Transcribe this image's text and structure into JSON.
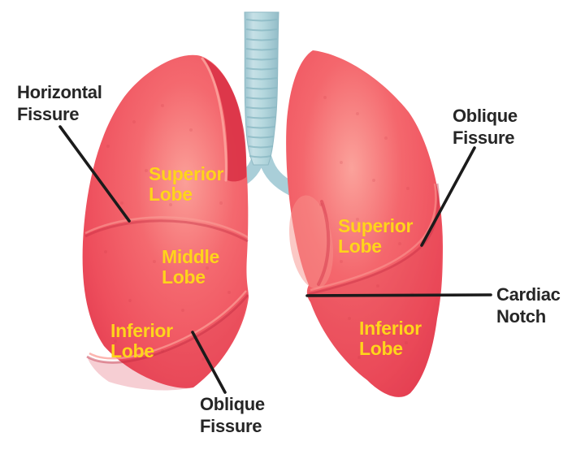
{
  "diagram": {
    "type": "lung-lobe-anatomy",
    "background": "#ffffff",
    "colors": {
      "lung_light": "#fba29b",
      "lung_base": "#f05a63",
      "lung_dark": "#df364c",
      "lung_fold_dark": "#d93146",
      "trachea_fill": "#b5d8de",
      "trachea_ring": "#8ab9c4",
      "lobe_label_yellow": "#ffd41c",
      "annotation_black": "#262626",
      "leader_line": "#1b1b1b"
    },
    "lobe_labels": {
      "left_superior": "Superior\nLobe",
      "left_middle": "Middle\nLobe",
      "left_inferior": "Inferior\nLobe",
      "right_superior": "Superior\nLobe",
      "right_inferior": "Inferior\nLobe"
    },
    "annotations": {
      "horizontal_fissure": "Horizontal\nFissure",
      "oblique_fissure_right": "Oblique\nFissure",
      "cardiac_notch": "Cardiac\nNotch",
      "oblique_fissure_bottom": "Oblique\nFissure"
    }
  }
}
